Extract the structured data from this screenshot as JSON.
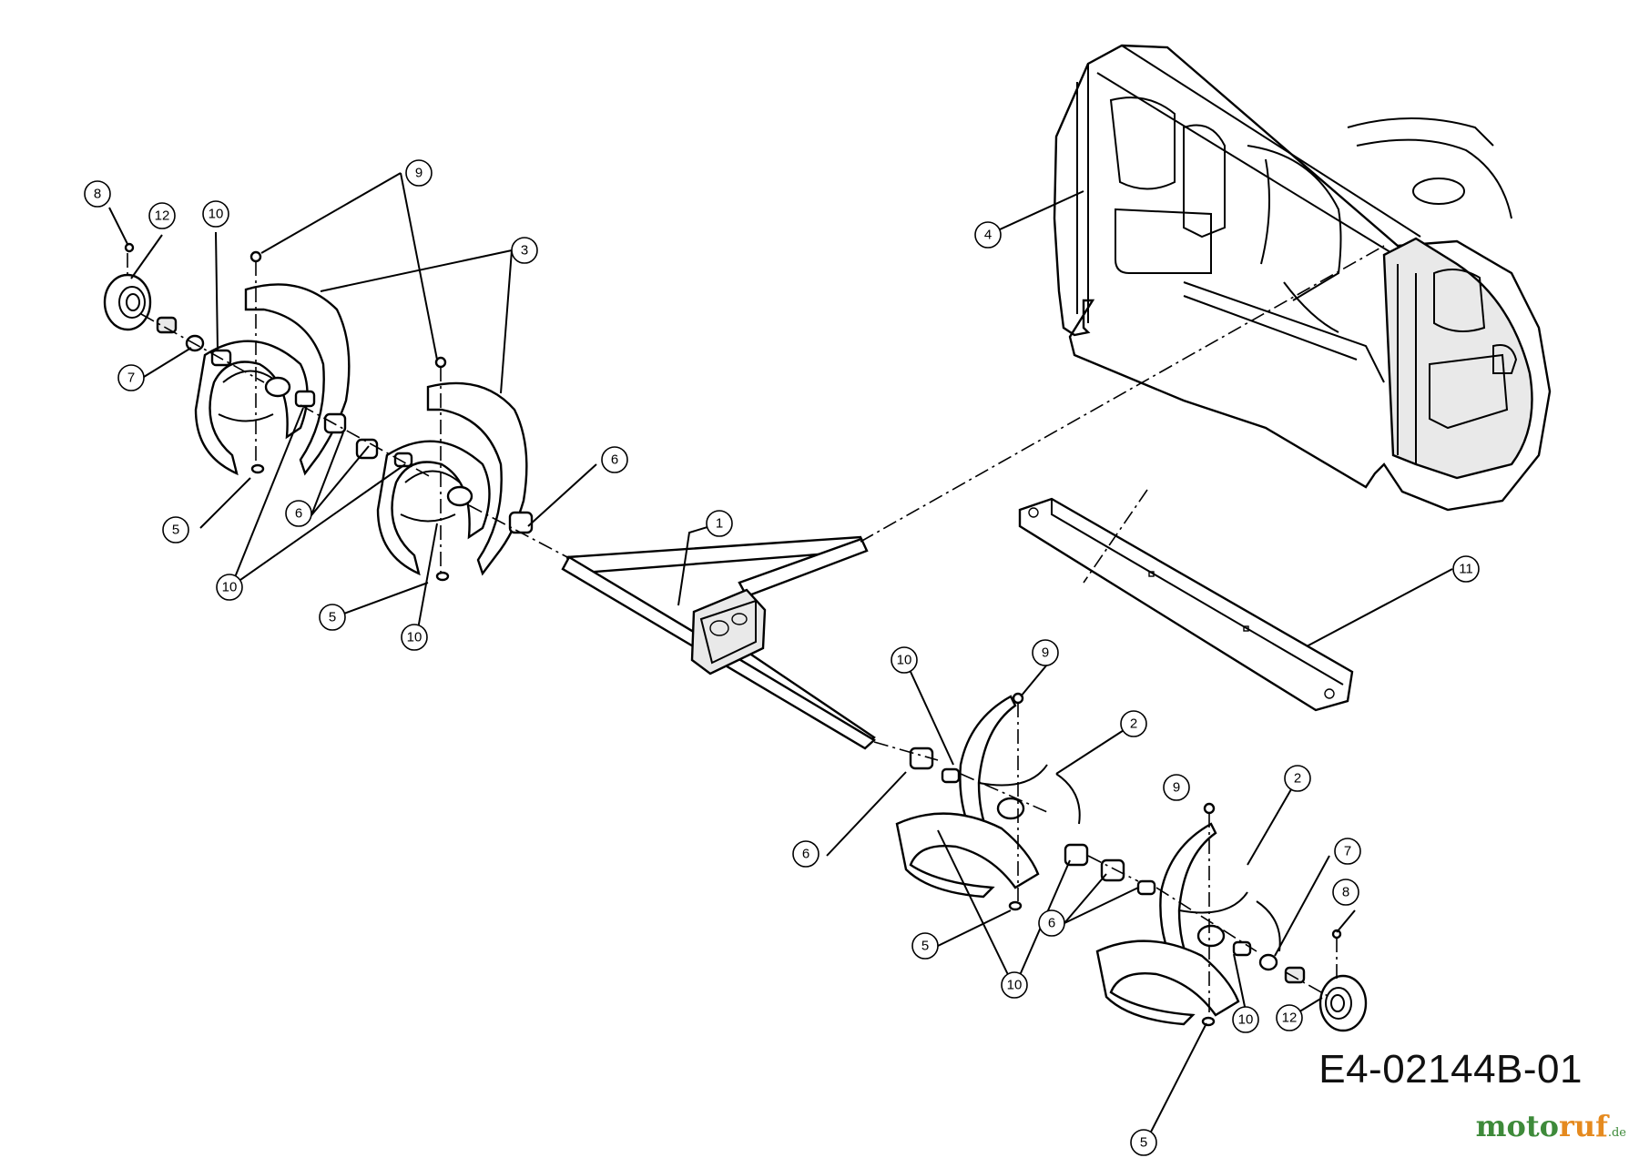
{
  "diagram": {
    "drawing_code": "E4-02144B-01",
    "watermark": {
      "brand_main": "moto",
      "brand_accent": "ruf",
      "suffix": ".de"
    },
    "callouts": [
      {
        "label": "1"
      },
      {
        "label": "2"
      },
      {
        "label": "2"
      },
      {
        "label": "3"
      },
      {
        "label": "4"
      },
      {
        "label": "5"
      },
      {
        "label": "5"
      },
      {
        "label": "5"
      },
      {
        "label": "5"
      },
      {
        "label": "6"
      },
      {
        "label": "6"
      },
      {
        "label": "6"
      },
      {
        "label": "6"
      },
      {
        "label": "7"
      },
      {
        "label": "7"
      },
      {
        "label": "8"
      },
      {
        "label": "8"
      },
      {
        "label": "9"
      },
      {
        "label": "9"
      },
      {
        "label": "9"
      },
      {
        "label": "10"
      },
      {
        "label": "10"
      },
      {
        "label": "10"
      },
      {
        "label": "10"
      },
      {
        "label": "10"
      },
      {
        "label": "10"
      },
      {
        "label": "11"
      },
      {
        "label": "12"
      },
      {
        "label": "12"
      }
    ],
    "colors": {
      "line": "#000000",
      "brand_green": "#3e8a3a",
      "brand_orange": "#e58a1f"
    }
  }
}
